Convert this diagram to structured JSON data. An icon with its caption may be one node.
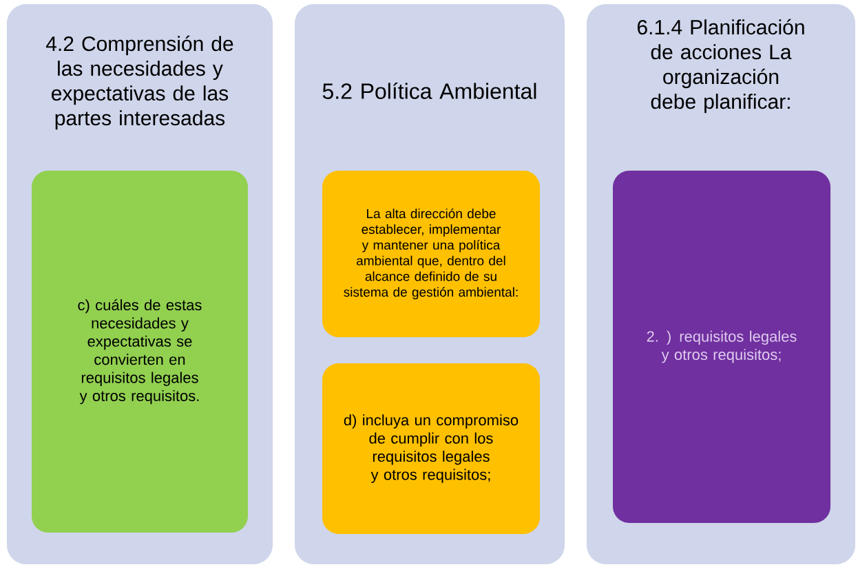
{
  "diagram": {
    "nodes": [
      {
        "text": [
          "4.2 Comprensión de las necesidades y expectativas de las partes interesadas"
        ]
      },
      {
        "text": [
          "c) cuáles de estas necesidades y expectativas se convierten en requisitos legales y otros requisitos."
        ],
        "in": 0
      },
      {
        "text": [
          "5.2 Política Ambiental"
        ]
      },
      {
        "text": [
          "La alta dirección debe establecer, implementar y mantener una política ambiental que, dentro del alcance definido de su sistema de gestión ambiental:"
        ],
        "in": 2
      },
      {
        "text": [
          "d) incluya un compromiso de cumplir con los requisitos legales y otros requisitos;"
        ],
        "in": 2
      },
      {
        "text": [
          "6.1.4 Planificación de acciones La organización debe planificar:"
        ]
      },
      {
        "text": [
          "2. ) requisitos legales y otros requisitos;"
        ],
        "in": 5
      }
    ]
  }
}
